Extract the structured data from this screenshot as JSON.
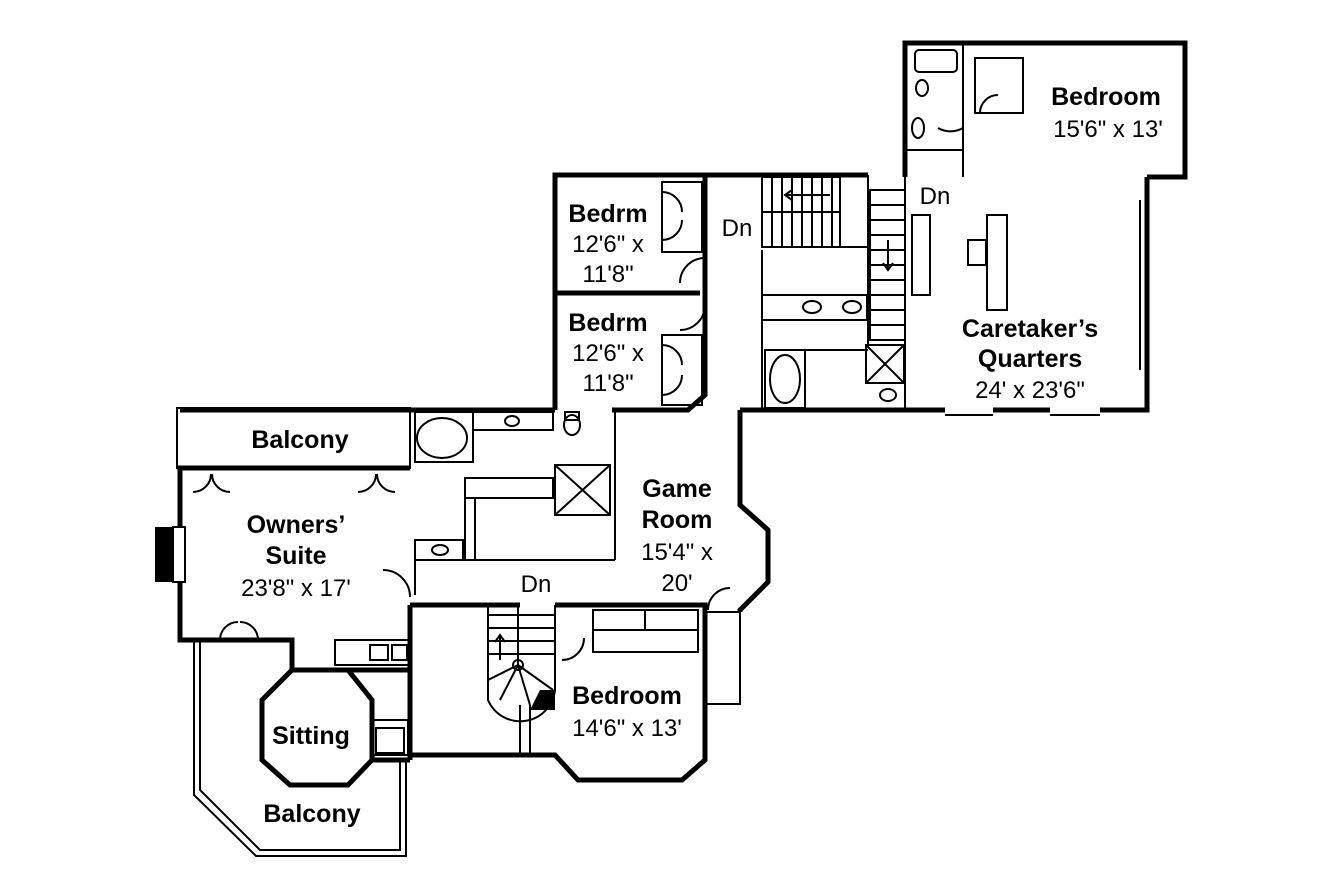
{
  "rooms": {
    "bedroom_upper": {
      "name": "Bedroom",
      "size": "15'6\" x 13'"
    },
    "bedrm_1": {
      "name": "Bedrm",
      "size_line1": "12'6\" x",
      "size_line2": "11'8\""
    },
    "bedrm_2": {
      "name": "Bedrm",
      "size_line1": "12'6\" x",
      "size_line2": "11'8\""
    },
    "caretakers": {
      "name_line1": "Caretaker’s",
      "name_line2": "Quarters",
      "size": "24' x 23'6\""
    },
    "balcony_top": {
      "name": "Balcony"
    },
    "owners_suite": {
      "name_line1": "Owners’",
      "name_line2": "Suite",
      "size": "23'8\" x 17'"
    },
    "game_room": {
      "name_line1": "Game",
      "name_line2": "Room",
      "size_line1": "15'4\" x",
      "size_line2": "20'"
    },
    "bedroom_lower": {
      "name": "Bedroom",
      "size": "14'6\" x 13'"
    },
    "sitting": {
      "name": "Sitting"
    },
    "balcony_bottom": {
      "name": "Balcony"
    }
  },
  "stairs": {
    "dn_upper_left": "Dn",
    "dn_upper_right": "Dn",
    "dn_lower": "Dn"
  }
}
